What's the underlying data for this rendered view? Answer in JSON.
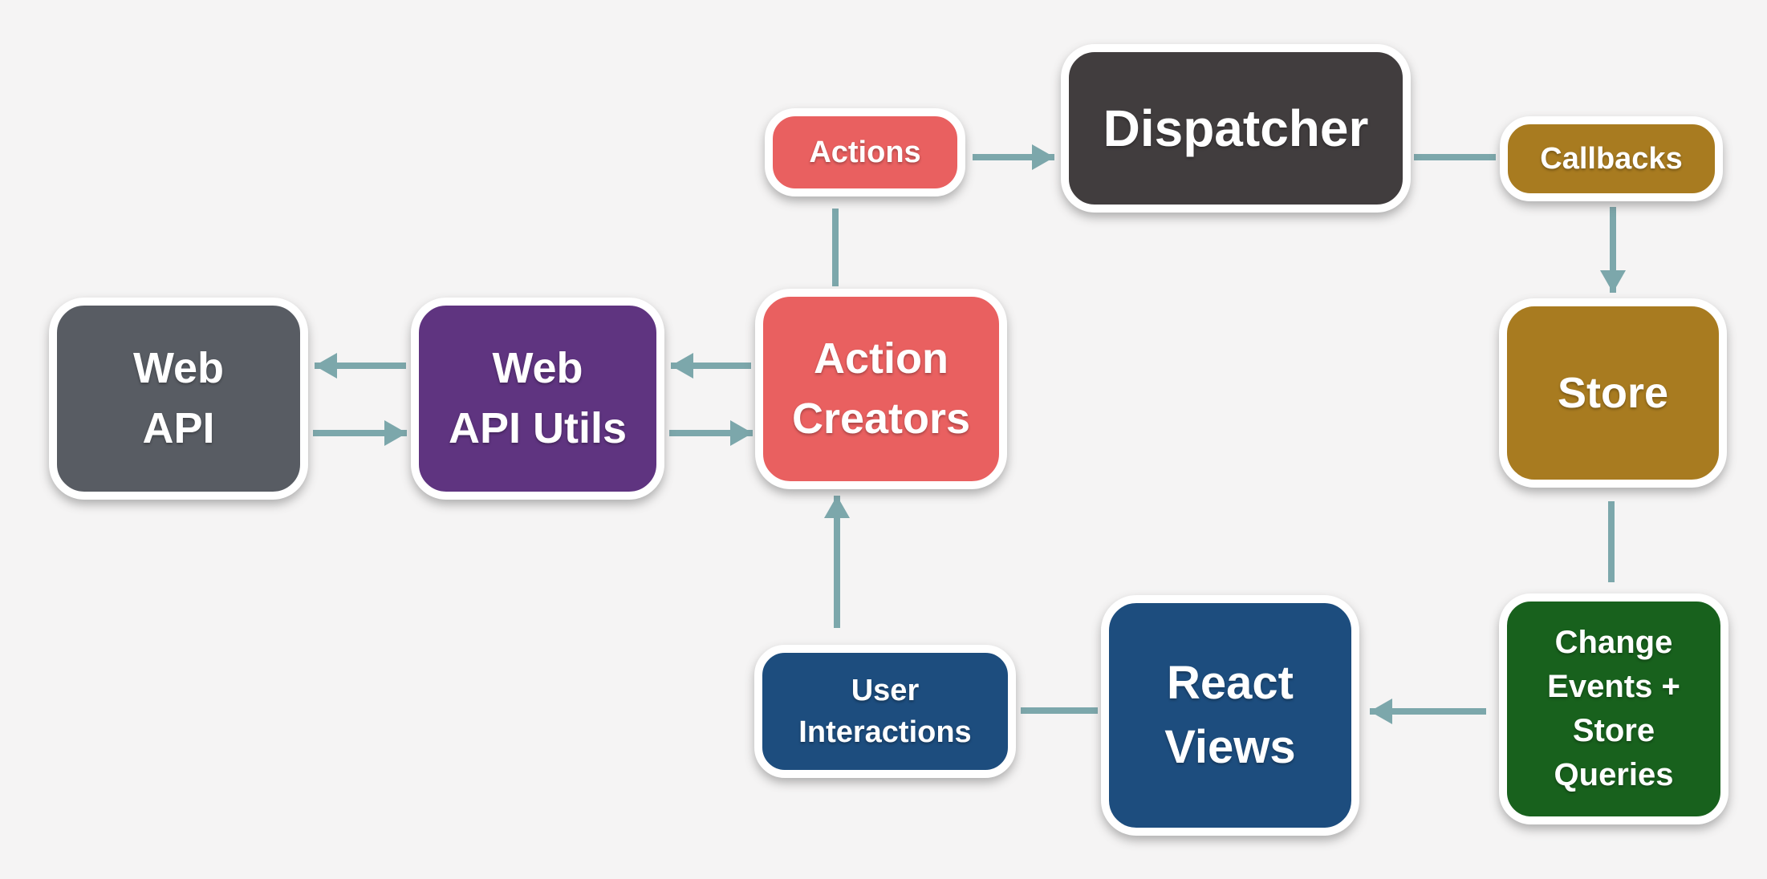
{
  "colors": {
    "background": "#f5f4f4",
    "connector": "#7ca7ab",
    "node_border": "#ffffff",
    "node_text": "#ffffff",
    "salmon": "#e96060",
    "charcoal": "#413d3e",
    "gold": "#a87b20",
    "slate": "#585c63",
    "purple": "#5f3480",
    "blue": "#1d4d7e",
    "green": "#18611d"
  },
  "nodes": [
    {
      "id": "actions",
      "label": "Actions",
      "color": "#e96060"
    },
    {
      "id": "dispatcher",
      "label": "Dispatcher",
      "color": "#413d3e"
    },
    {
      "id": "callbacks",
      "label": "Callbacks",
      "color": "#a87b20"
    },
    {
      "id": "store",
      "label": "Store",
      "color": "#a87b20"
    },
    {
      "id": "web-api",
      "label": "Web\nAPI",
      "color": "#585c63"
    },
    {
      "id": "web-api-utils",
      "label": "Web\nAPI Utils",
      "color": "#5f3480"
    },
    {
      "id": "action-creators",
      "label": "Action\nCreators",
      "color": "#e96060"
    },
    {
      "id": "change-events",
      "label": "Change\nEvents +\nStore\nQueries",
      "color": "#18611d"
    },
    {
      "id": "react-views",
      "label": "React\nViews",
      "color": "#1d4d7e"
    },
    {
      "id": "user-interactions",
      "label": "User\nInteractions",
      "color": "#1d4d7e"
    }
  ],
  "edges": [
    {
      "from": "actions",
      "to": "dispatcher",
      "arrowhead": true
    },
    {
      "from": "dispatcher",
      "to": "callbacks",
      "arrowhead": false
    },
    {
      "from": "callbacks",
      "to": "store",
      "arrowhead": true
    },
    {
      "from": "store",
      "to": "change-events",
      "arrowhead": false
    },
    {
      "from": "change-events",
      "to": "react-views",
      "arrowhead": true
    },
    {
      "from": "react-views",
      "to": "user-interactions",
      "arrowhead": false
    },
    {
      "from": "user-interactions",
      "to": "action-creators",
      "arrowhead": true
    },
    {
      "from": "action-creators",
      "to": "actions",
      "arrowhead": false
    },
    {
      "from": "web-api-utils",
      "to": "web-api",
      "arrowhead": true
    },
    {
      "from": "web-api",
      "to": "web-api-utils",
      "arrowhead": true
    },
    {
      "from": "action-creators",
      "to": "web-api-utils",
      "arrowhead": true
    },
    {
      "from": "web-api-utils",
      "to": "action-creators",
      "arrowhead": true
    }
  ]
}
